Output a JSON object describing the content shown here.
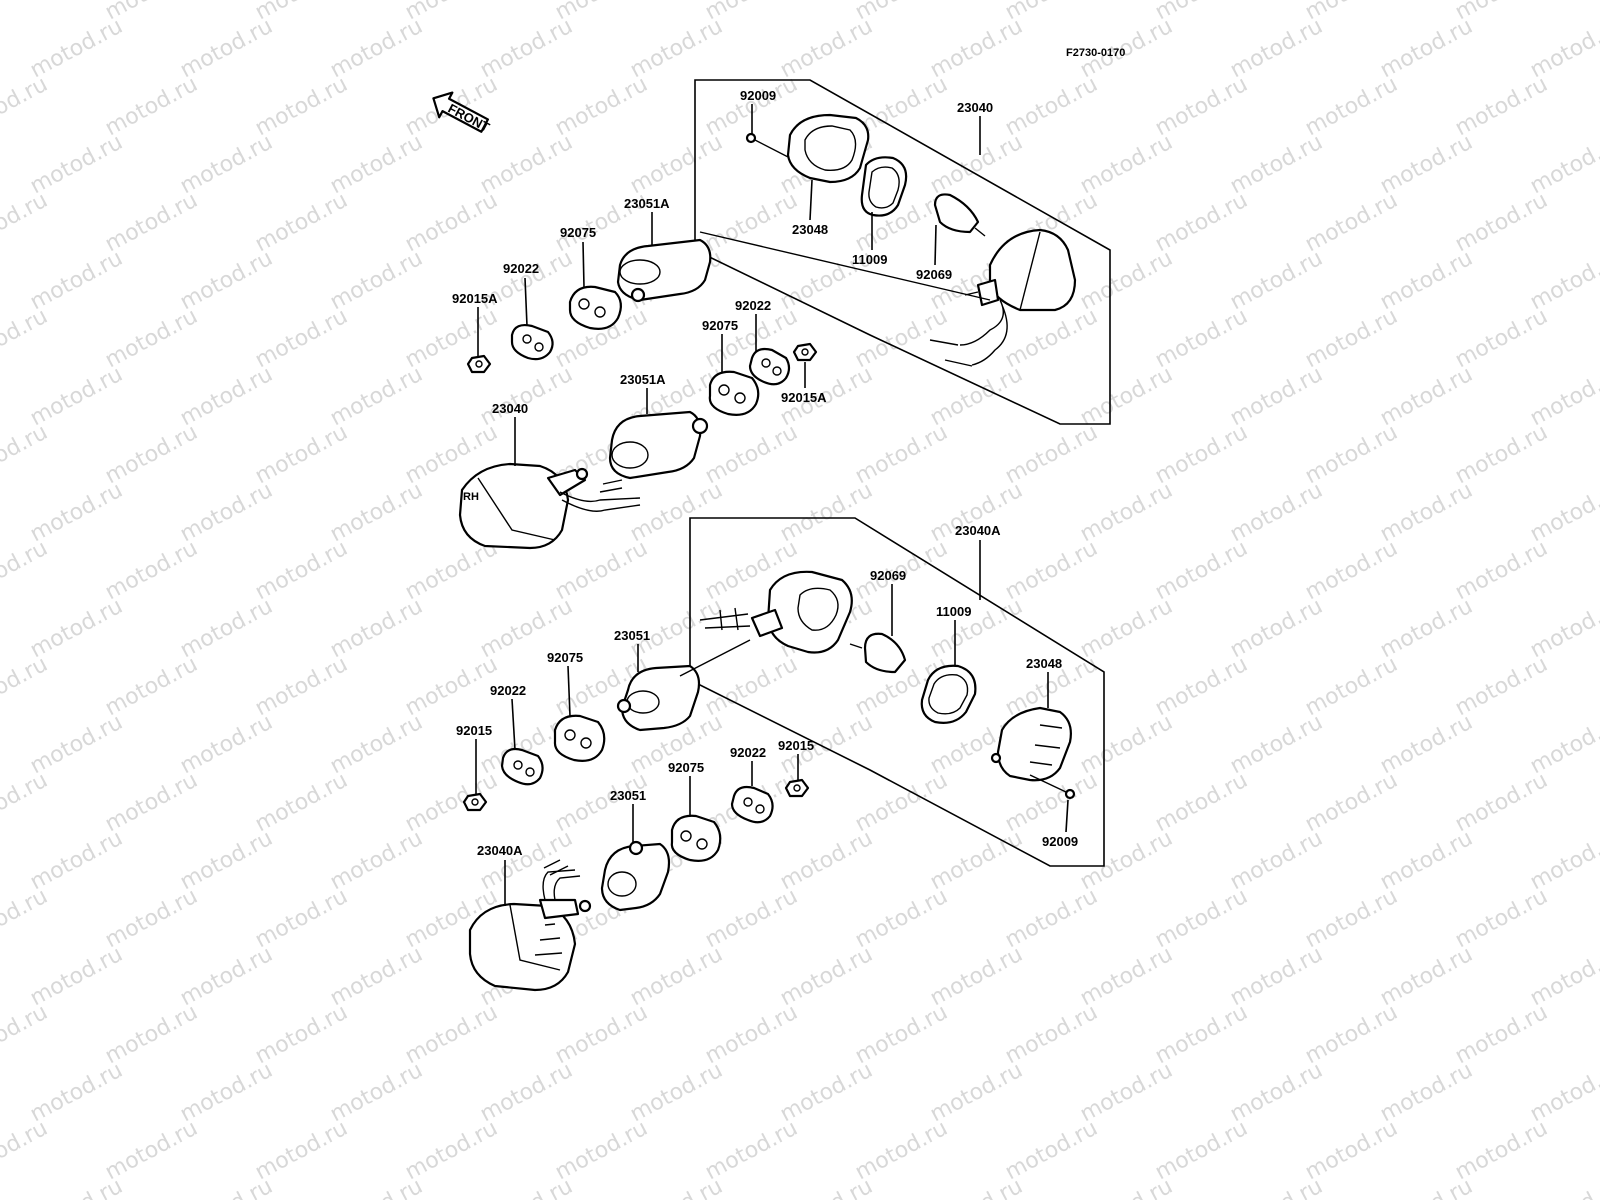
{
  "figure_code": "F2730-0170",
  "front_label": "FRONT",
  "watermark": "motod.ru",
  "labels": {
    "upper_group": {
      "assembly": "23040",
      "screw": "92009",
      "lens": "23048",
      "gasket": "11009",
      "bulb": "92069",
      "housing_a": "23051A",
      "rubber_a": "92075",
      "plate_a": "92022",
      "nut_a": "92015A",
      "rubber_b": "92075",
      "plate_b": "92022",
      "nut_b": "92015A",
      "housing_b": "23051A",
      "assembly_left": "23040",
      "lens_mark": "RH"
    },
    "lower_group": {
      "assembly": "23040A",
      "bulb": "92069",
      "gasket": "11009",
      "lens": "23048",
      "screw": "92009",
      "housing_a": "23051",
      "rubber_a": "92075",
      "plate_a": "92022",
      "nut_a": "92015",
      "rubber_b": "92075",
      "plate_b": "92022",
      "nut_b": "92015",
      "housing_b": "23051",
      "assembly_left": "23040A"
    }
  }
}
